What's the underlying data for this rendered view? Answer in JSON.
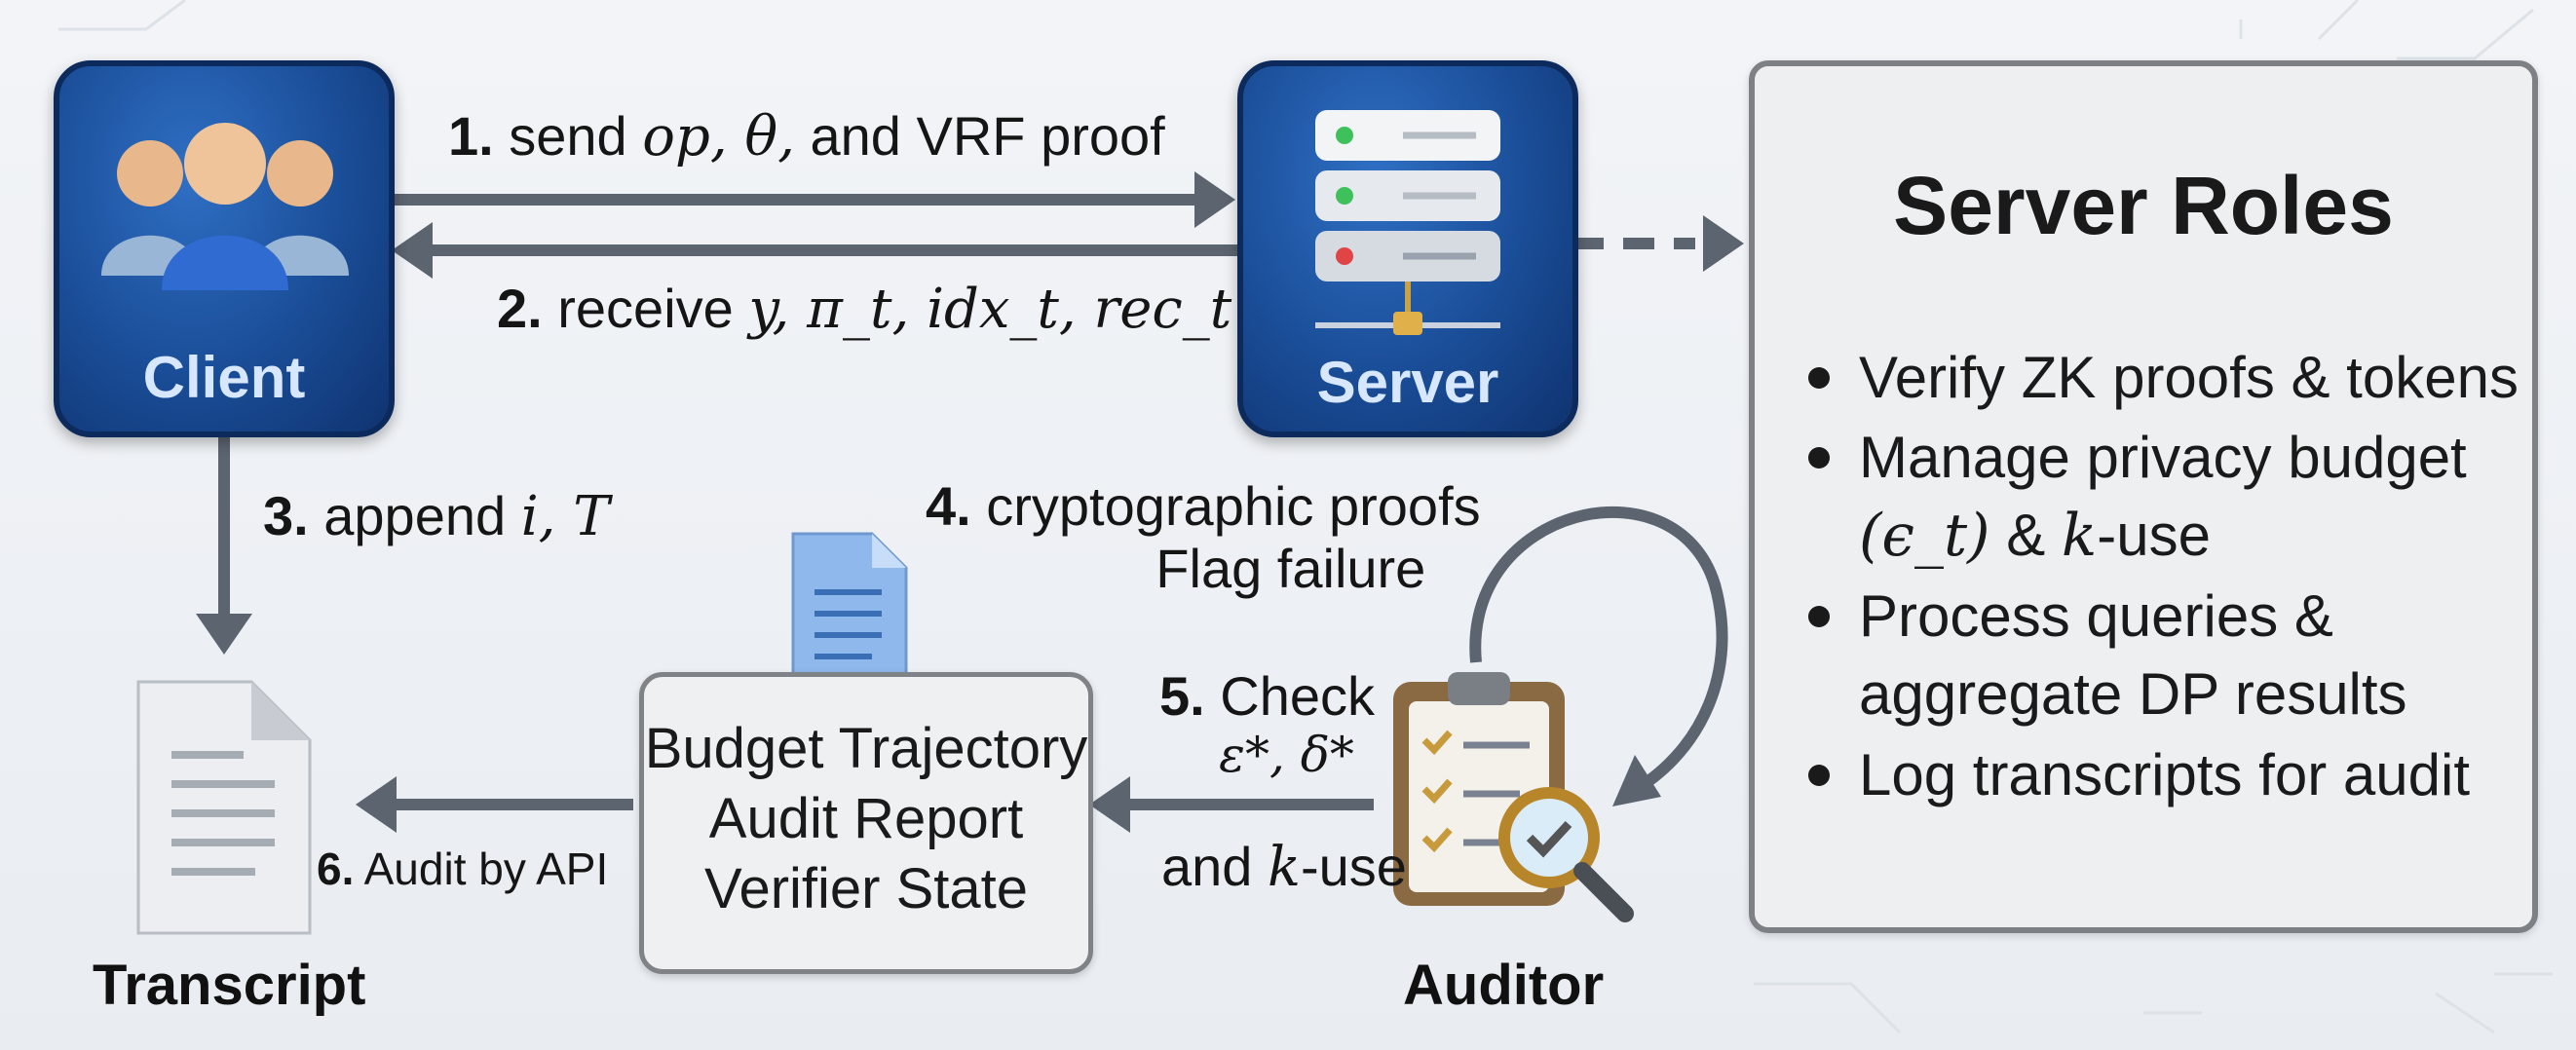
{
  "client": {
    "label": "Client"
  },
  "server": {
    "label": "Server"
  },
  "arrows": {
    "step1": {
      "num": "1.",
      "text_pre": "send ",
      "math": "op, θ,",
      "text_post": " and VRF proof"
    },
    "step2": {
      "num": "2.",
      "text_pre": "receive ",
      "math": "y, π_t, idx_t, rec_t"
    },
    "step3": {
      "num": "3.",
      "text_pre": "append ",
      "math": "i, T"
    },
    "step4": {
      "num": "4.",
      "line1": "cryptographic proofs",
      "line2": "Flag failure"
    },
    "step5": {
      "num": "5.",
      "line1": "Check",
      "math": "ε*, δ*",
      "line3_pre": "and ",
      "line3_math": "k",
      "line3_post": "-use"
    },
    "step6": {
      "num": "6.",
      "text": "Audit by API"
    }
  },
  "report": {
    "lines": [
      "Budget Trajectory",
      "Audit Report",
      "Verifier State"
    ]
  },
  "transcript": {
    "label": "Transcript"
  },
  "auditor": {
    "label": "Auditor"
  },
  "roles": {
    "title": "Server Roles",
    "items": [
      {
        "line1": "Verify ZK proofs & tokens"
      },
      {
        "line1": "Manage privacy budget",
        "line2_math": "(ϵ_t)",
        "line2_post1": " & ",
        "line2_k": "k",
        "line2_post2": "-use"
      },
      {
        "line1": "Process queries &",
        "line2": "aggregate DP results"
      },
      {
        "line1": "Log transcripts for audit"
      }
    ]
  },
  "icons": {
    "client": "users-group-icon",
    "server": "server-rack-icon",
    "report": "document-icon",
    "transcript": "document-icon",
    "auditor": "clipboard-magnifier-icon"
  },
  "colors": {
    "node_blue": "#1a4d97",
    "node_border": "#0c2a5c",
    "arrow": "#5c6470",
    "panel_border": "#7d8185",
    "doc_blue": "#8fb8ec"
  }
}
